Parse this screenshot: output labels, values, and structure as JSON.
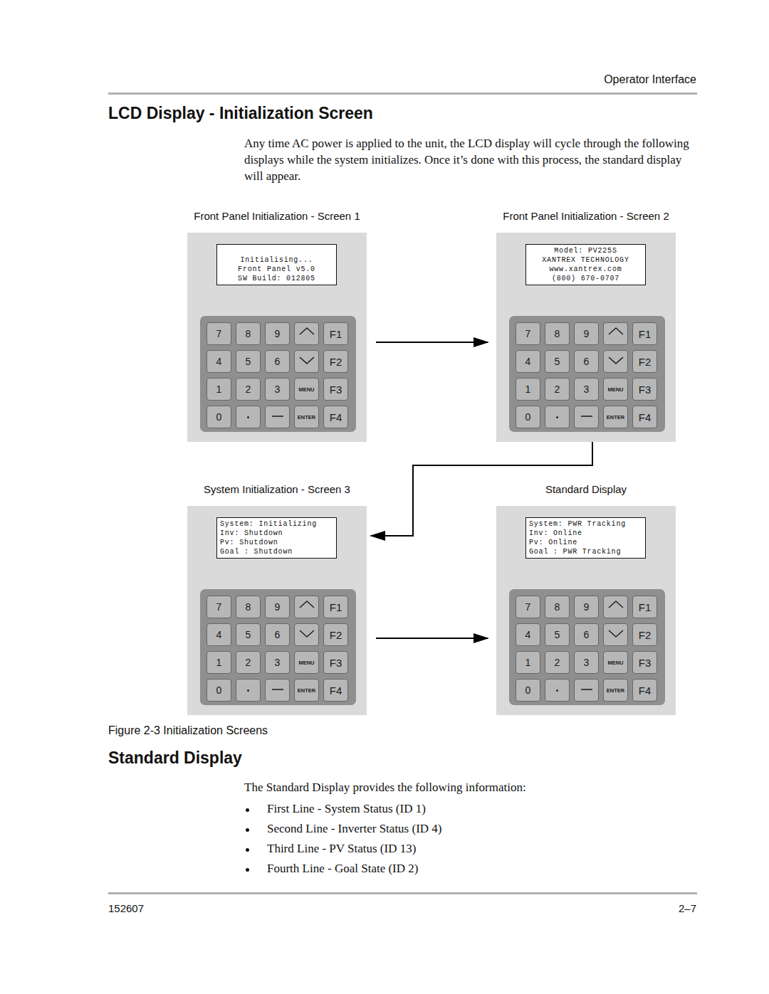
{
  "diagram": {
    "title": "LCD Display - Initialization Screen",
    "caption": "Figure 2-3 Initialization Screens",
    "nodes": [
      {
        "text": [
          "Front Panel Initialization - Screen 1",
          "Initialising...",
          "Front Panel v5.0",
          "SW Build: 012805"
        ]
      },
      {
        "text": [
          "Front Panel Initialization - Screen 2",
          "Model: PV225S",
          "XANTREX TECHNOLOGY",
          "www.xantrex.com",
          "(800) 670-0707"
        ]
      },
      {
        "text": [
          "System Initialization - Screen 3",
          "System: Initializing",
          "Inv: Shutdown",
          "Pv: Shutdown",
          "Goal : Shutdown"
        ]
      },
      {
        "text": [
          "Standard Display",
          "System: PWR Tracking",
          "Inv: Online",
          "Pv: Online",
          "Goal : PWR Tracking"
        ]
      }
    ],
    "edges": [
      {
        "from": 0,
        "to": 1,
        "arrow": "to"
      },
      {
        "from": 1,
        "to": 2,
        "arrow": "to"
      },
      {
        "from": 2,
        "to": 3,
        "arrow": "to"
      }
    ],
    "labels": [
      "Operator Interface",
      "Any time AC power is applied to the unit, the LCD display will cycle through the following displays while the system initializes. Once it’s done with this process, the standard display will appear.",
      "Standard Display",
      "The Standard Display provides the following information:",
      "First Line - System Status (ID 1)",
      "Second Line - Inverter Status (ID 4)",
      "Third Line - PV Status (ID 13)",
      "Fourth Line - Goal State (ID 2)",
      "152607",
      "2–7",
      "7",
      "8",
      "9",
      "F1",
      "4",
      "5",
      "6",
      "F2",
      "1",
      "2",
      "3",
      "MENU",
      "F3",
      "0",
      "ENTER",
      "F4",
      "7",
      "8",
      "9",
      "F1",
      "4",
      "5",
      "6",
      "F2",
      "1",
      "2",
      "3",
      "MENU",
      "F3",
      "0",
      "ENTER",
      "F4",
      "7",
      "8",
      "9",
      "F1",
      "4",
      "5",
      "6",
      "F2",
      "1",
      "2",
      "3",
      "MENU",
      "F3",
      "0",
      "ENTER",
      "F4",
      "7",
      "8",
      "9",
      "F1",
      "4",
      "5",
      "6",
      "F2",
      "1",
      "2",
      "3",
      "MENU",
      "F3",
      "0",
      "ENTER",
      "F4"
    ]
  }
}
